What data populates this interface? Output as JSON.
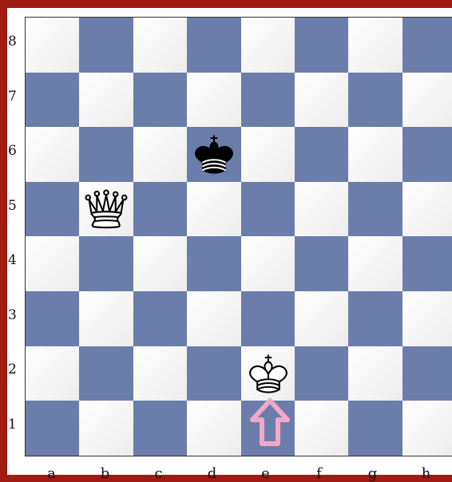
{
  "board": {
    "ranks": [
      "8",
      "7",
      "6",
      "5",
      "4",
      "3",
      "2",
      "1"
    ],
    "files": [
      "a",
      "b",
      "c",
      "d",
      "e",
      "f",
      "g",
      "h"
    ],
    "colors": {
      "light": "#f4f4f4",
      "dark": "#6b7daa",
      "highlight_arrow": "#f4a7c8",
      "background": "#a01c12"
    },
    "pieces": [
      {
        "type": "king",
        "color": "black",
        "square": "d6"
      },
      {
        "type": "queen",
        "color": "white",
        "square": "b5"
      },
      {
        "type": "king",
        "color": "white",
        "square": "e2"
      }
    ],
    "move_arrow": {
      "from": "e1",
      "to": "e2",
      "icon": "up-arrow-icon"
    }
  }
}
